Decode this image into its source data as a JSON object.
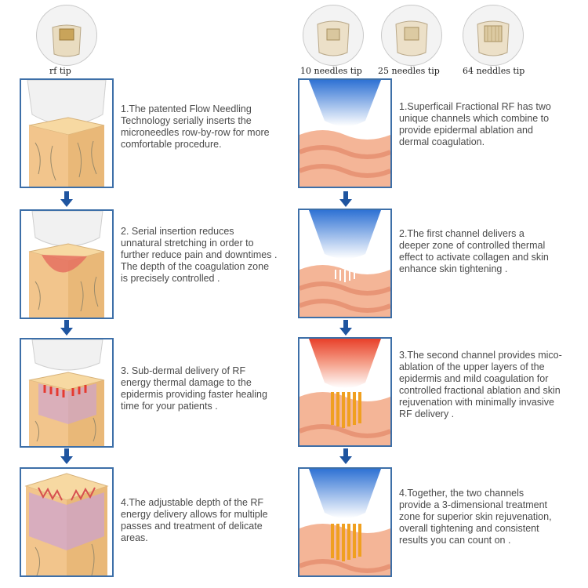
{
  "tips": [
    {
      "label": "rf tip"
    },
    {
      "label": "10 needles tip"
    },
    {
      "label": "25 needles tip"
    },
    {
      "label": "64 neddles tip"
    }
  ],
  "left_steps": [
    {
      "text": "1.The patented Flow Needling Technology serially inserts the microneedles row-by-row for more comfortable procedure."
    },
    {
      "text": "2. Serial insertion reduces unnatural stretching in order to further reduce pain and downtimes . The depth of the coagulation zone is precisely controlled ."
    },
    {
      "text": "3. Sub-dermal delivery of RF energy thermal damage to the epidermis providing faster healing time for your patients ."
    },
    {
      "text": "4.The adjustable depth of the RF energy delivery allows for multiple passes and treatment of delicate areas."
    }
  ],
  "right_steps": [
    {
      "text": "1.Superficail Fractional RF has two unique channels which combine to provide epidermal ablation and dermal coagulation."
    },
    {
      "text": "2.The first channel delivers a deeper zone of controlled thermal effect to activate collagen and skin enhance skin tightening ."
    },
    {
      "text": "3.The second channel provides mico-ablation of the upper layers of the epidermis and mild coagulation for controlled fractional ablation and skin rejuvenation with minimally invasive RF delivery ."
    },
    {
      "text": "4.Together, the two channels provide a 3-dimensional treatment zone for superior skin rejuvenation, overall tightening and consistent results you can count on ."
    }
  ],
  "colors": {
    "border": "#3d6fa8",
    "arrow": "#1f55a0",
    "skin": "#f2c58c",
    "skin_layer": "#f5b99a",
    "blue_head": "#3a7fd8",
    "red_head": "#e8452a"
  }
}
